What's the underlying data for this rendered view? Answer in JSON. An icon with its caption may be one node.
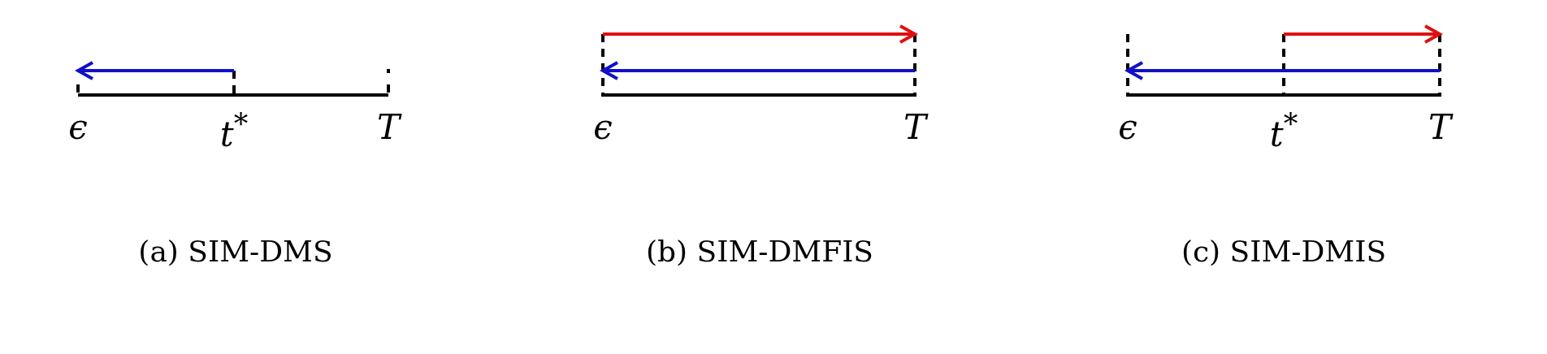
{
  "diagram": {
    "labels": [
      "ϵ",
      "t$^{*}$",
      "T",
      "ϵ",
      "T",
      "ϵ",
      "t$^{*}$",
      "T",
      "(a) SIM-DMS",
      "(b) SIM-DMFIS",
      "(c) SIM-DMIS"
    ]
  }
}
